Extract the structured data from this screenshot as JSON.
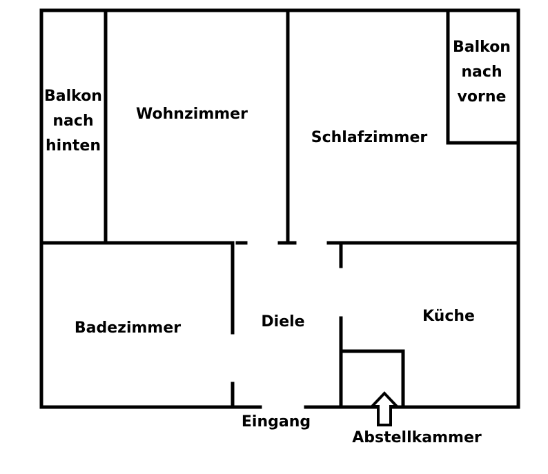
{
  "rooms": {
    "balkon_hinten": [
      "Balkon",
      "nach",
      "hinten"
    ],
    "wohnzimmer": "Wohnzimmer",
    "schlafzimmer": "Schlafzimmer",
    "balkon_vorne": [
      "Balkon",
      "nach",
      "vorne"
    ],
    "badezimmer": "Badezimmer",
    "diele": "Diele",
    "kueche": "Küche"
  },
  "labels": {
    "eingang": "Eingang",
    "abstellkammer": "Abstellkammer"
  },
  "colors": {
    "walls": "#000000",
    "background": "#ffffff"
  }
}
